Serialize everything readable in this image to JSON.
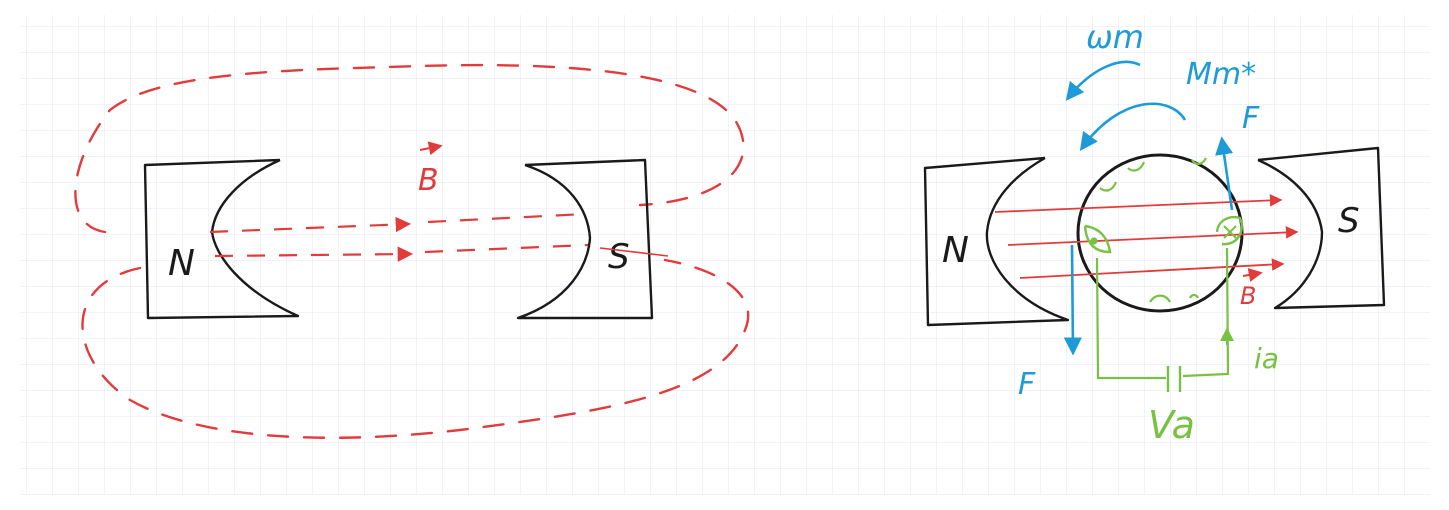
{
  "colors": {
    "ink": "#1a1a1a",
    "field": "#e23b3b",
    "mechanical": "#1e9bd7",
    "electrical": "#79c143",
    "grid": "#dde7f3",
    "background": "#ffffff"
  },
  "left_diagram": {
    "north_label": "N",
    "south_label": "S",
    "field_label": "B"
  },
  "right_diagram": {
    "north_label": "N",
    "south_label": "S",
    "field_label": "B",
    "speed_label": "ωm",
    "torque_label": "Mm*",
    "force_top_label": "F",
    "force_bottom_label": "F",
    "current_label": "ia",
    "voltage_label": "Va"
  }
}
